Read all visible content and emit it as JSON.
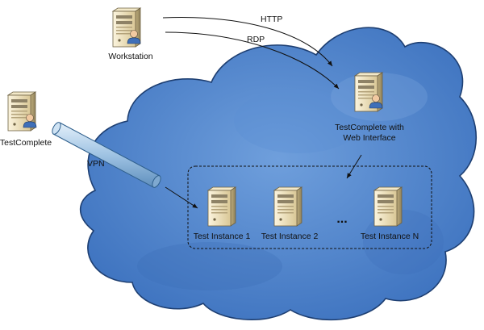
{
  "nodes": {
    "workstation": {
      "label": "Workstation",
      "icon": "server-user-icon"
    },
    "testcomplete_local": {
      "label": "TestComplete",
      "icon": "server-user-icon"
    },
    "testcomplete_web": {
      "label_line1": "TestComplete with",
      "label_line2": "Web Interface",
      "icon": "server-user-icon"
    },
    "instances": [
      {
        "label": "Test Instance 1",
        "icon": "server-icon"
      },
      {
        "label": "Test Instance 2",
        "icon": "server-icon"
      },
      {
        "label": "Test Instance N",
        "icon": "server-icon"
      }
    ],
    "ellipsis": "..."
  },
  "connections": {
    "http": "HTTP",
    "rdp": "RDP",
    "vpn": "VPN"
  },
  "colors": {
    "cloud_fill": "#4f86cf",
    "cloud_stroke": "#1e3f72",
    "server_body": "#e9dcb4",
    "vpn_tube": "#a9c9e6"
  }
}
